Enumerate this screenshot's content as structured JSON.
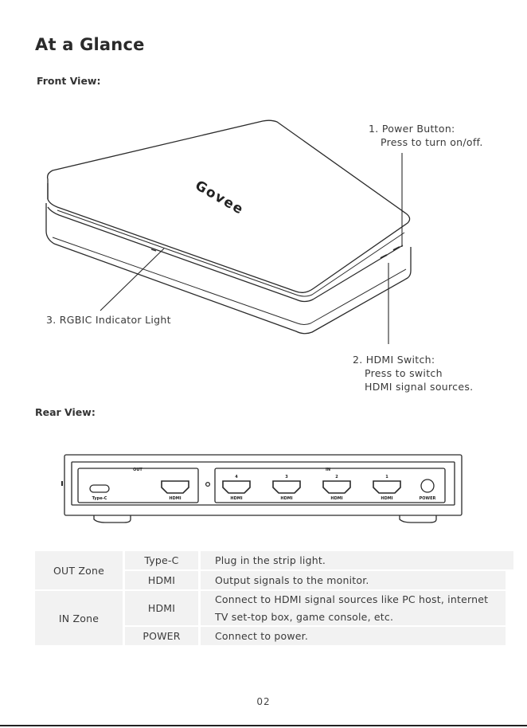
{
  "title": "At a Glance",
  "front": {
    "heading": "Front View:",
    "logo": "Govee",
    "callouts": {
      "power_title": "Power Button:",
      "power_number": "1.",
      "power_desc": "Press to turn on/off.",
      "hdmi_switch_title": "2. HDMI Switch:",
      "hdmi_switch_desc1": "Press to switch",
      "hdmi_switch_desc2": "HDMI signal sources.",
      "rgbic": "3. RGBIC Indicator Light"
    }
  },
  "rear": {
    "heading": "Rear View:",
    "out_label": "OUT",
    "in_label": "IN",
    "ports": {
      "typec": "Type-C",
      "out_hdmi": "HDMI",
      "in4_num": "4",
      "in4": "HDMI",
      "in3_num": "3",
      "in3": "HDMI",
      "in2_num": "2",
      "in2": "HDMI",
      "in1_num": "1",
      "in1": "HDMI",
      "power": "POWER"
    }
  },
  "table": {
    "out_zone": "OUT Zone",
    "in_zone": "IN Zone",
    "rows": [
      {
        "port": "Type-C",
        "desc": "Plug in the strip light."
      },
      {
        "port": "HDMI",
        "desc": "Output signals to the monitor."
      },
      {
        "port": "HDMI",
        "desc1": "Connect to HDMI signal sources like PC host, internet",
        "desc2": "TV set-top box, game console, etc."
      },
      {
        "port": "POWER",
        "desc": "Connect to power."
      }
    ]
  },
  "page_number": "02"
}
